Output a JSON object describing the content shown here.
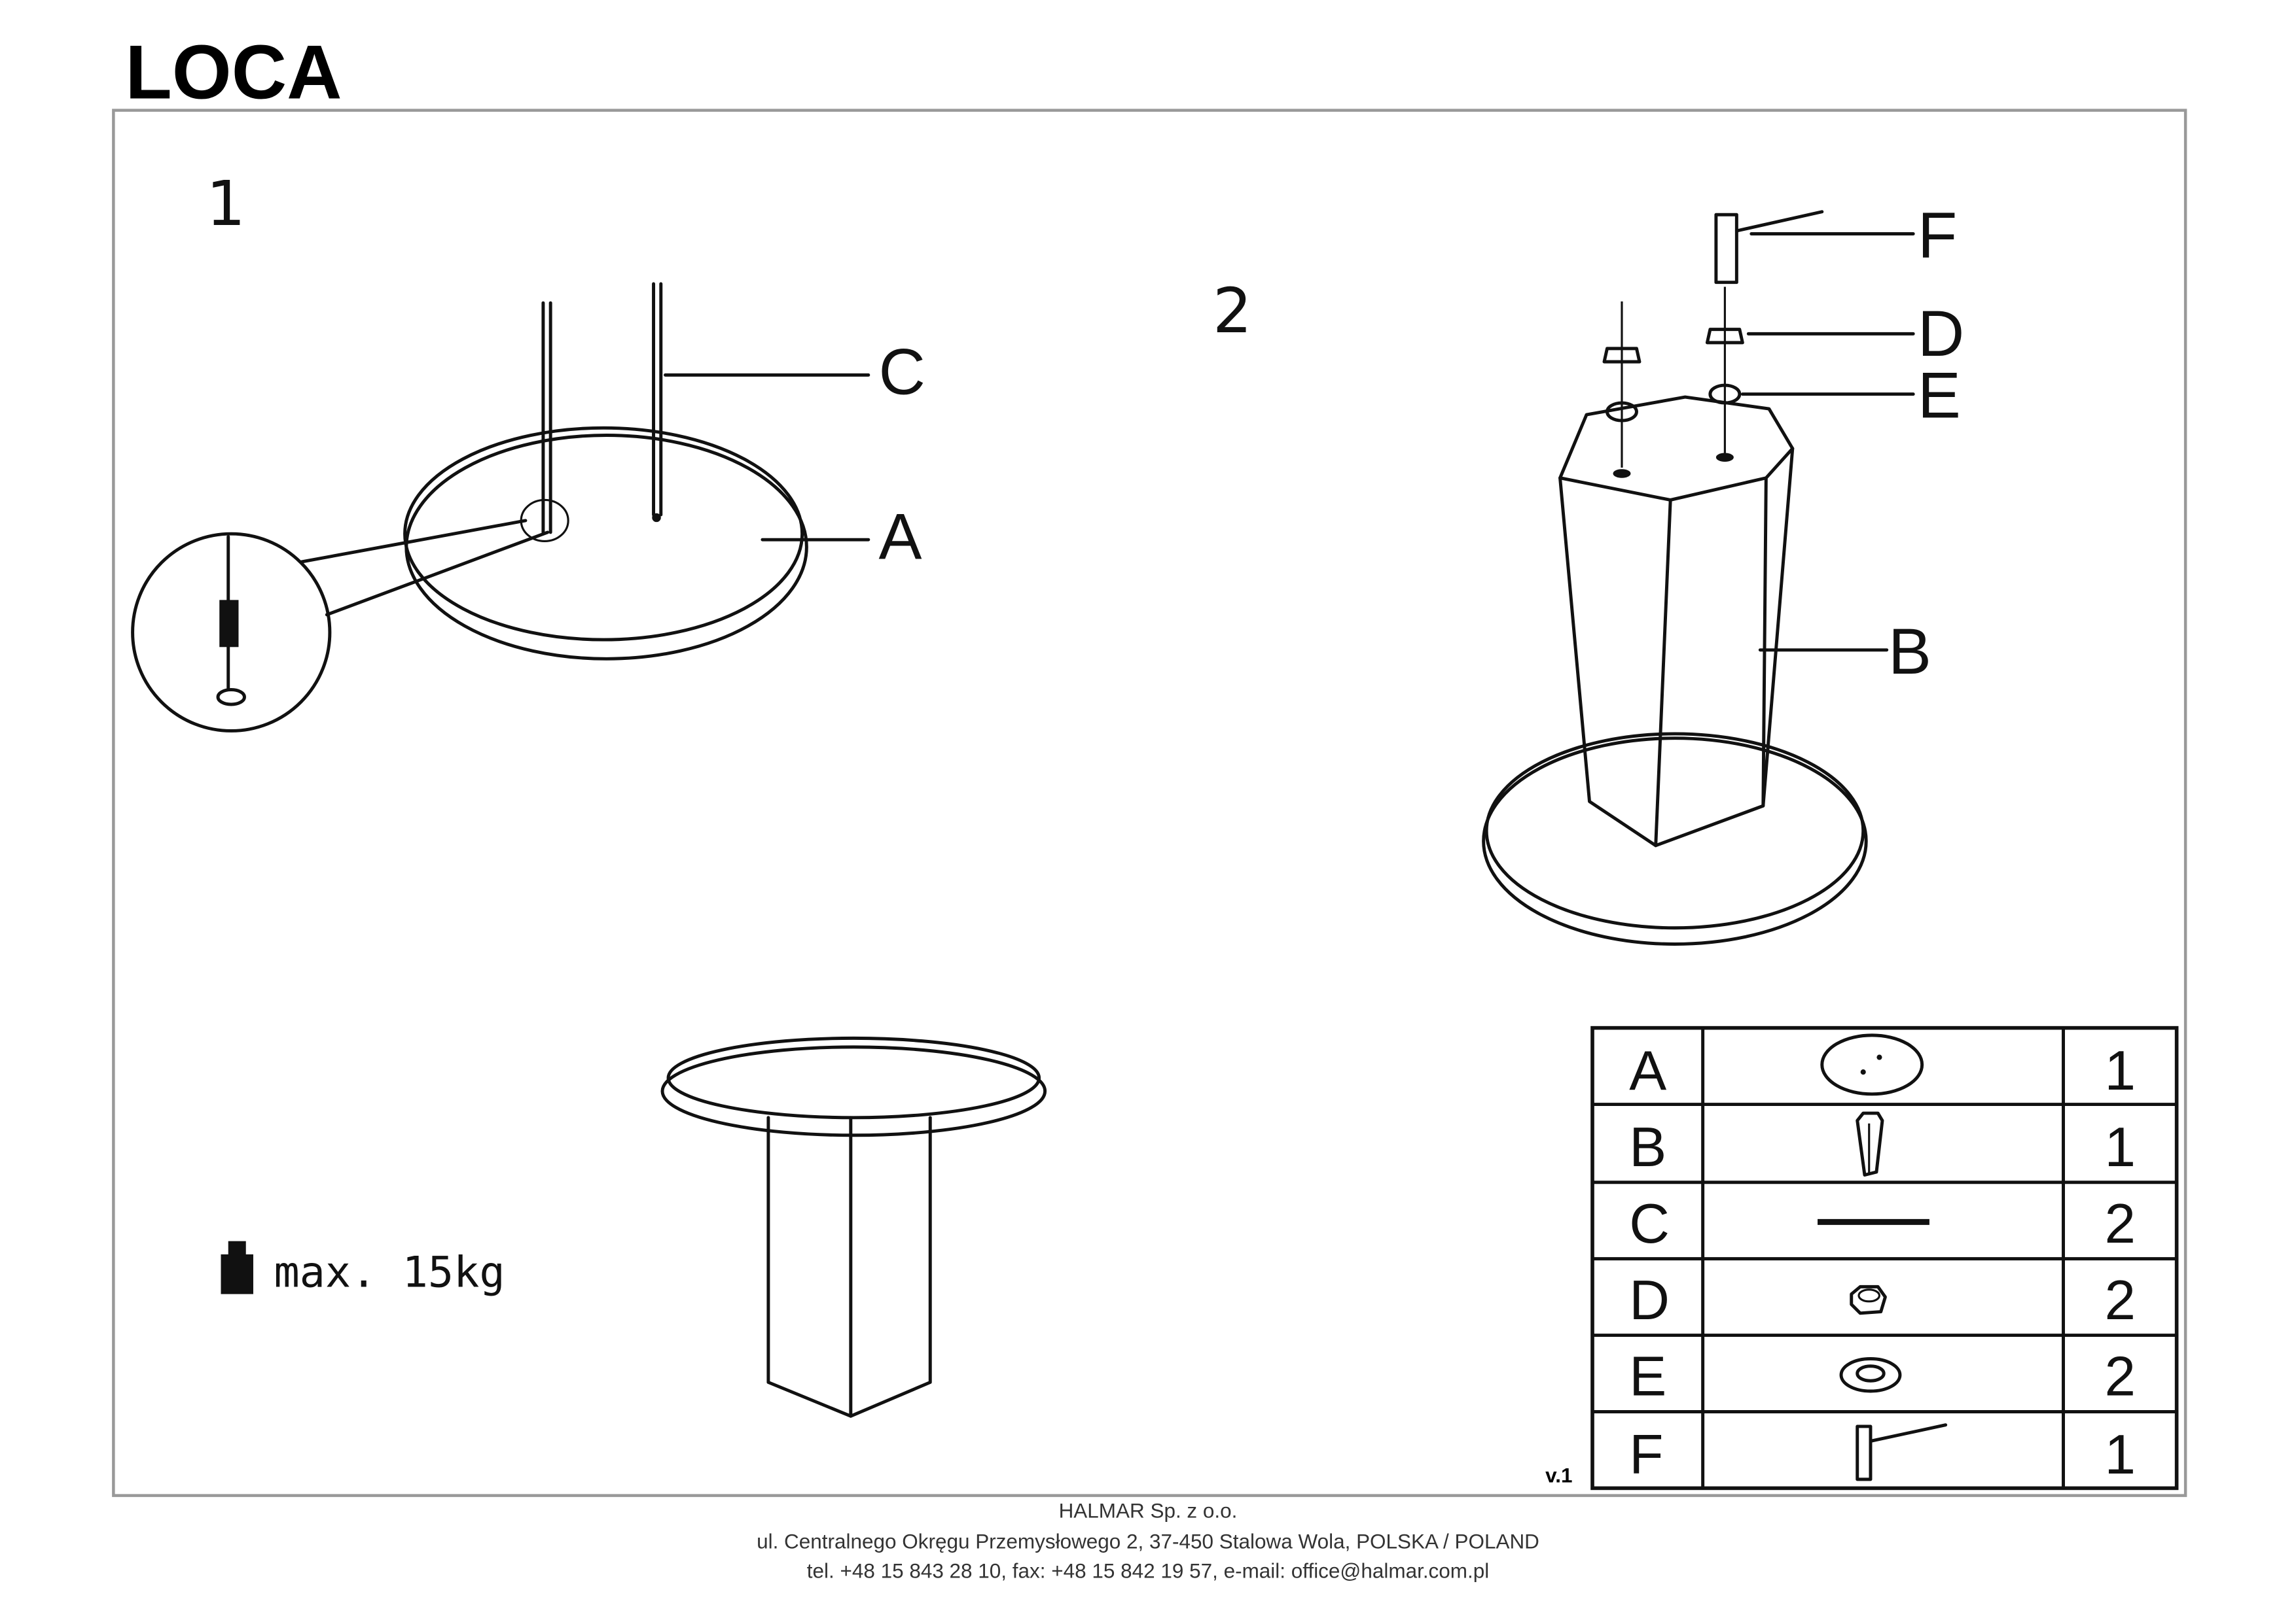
{
  "title": "LOCA",
  "steps": [
    "1",
    "2"
  ],
  "step1": {
    "labels": {
      "rod": "C",
      "top": "A"
    }
  },
  "step2": {
    "labels": {
      "tool": "F",
      "nut": "D",
      "washer": "E",
      "column": "B"
    }
  },
  "max_load": "max. 15kg",
  "version": "v.1",
  "parts": [
    {
      "letter": "A",
      "icon": "tabletop-icon",
      "qty": "1"
    },
    {
      "letter": "B",
      "icon": "column-icon",
      "qty": "1"
    },
    {
      "letter": "C",
      "icon": "threaded-rod-icon",
      "qty": "2"
    },
    {
      "letter": "D",
      "icon": "nut-icon",
      "qty": "2"
    },
    {
      "letter": "E",
      "icon": "washer-icon",
      "qty": "2"
    },
    {
      "letter": "F",
      "icon": "socket-wrench-icon",
      "qty": "1"
    }
  ],
  "footer": {
    "company": "HALMAR Sp. z o.o.",
    "address": "ul. Centralnego Okręgu Przemysłowego 2, 37-450 Stalowa Wola, POLSKA / POLAND",
    "contact": "tel. +48 15 843 28 10, fax: +48 15 842 19 57, e-mail: office@halmar.com.pl"
  }
}
